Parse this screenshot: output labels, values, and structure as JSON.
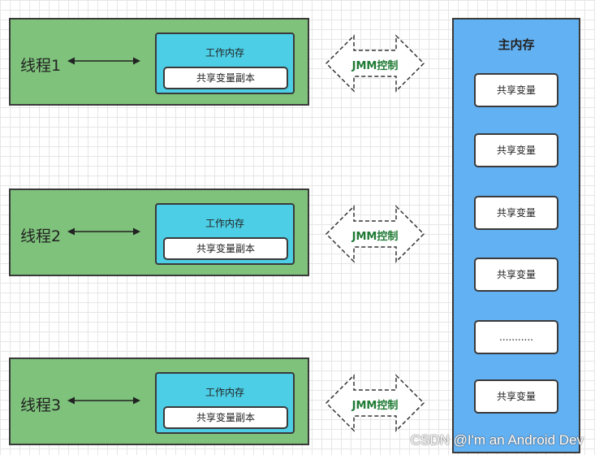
{
  "threads": [
    {
      "label": "线程1",
      "work_memory": "工作内存",
      "copy": "共享变量副本"
    },
    {
      "label": "线程2",
      "work_memory": "工作内存",
      "copy": "共享变量副本"
    },
    {
      "label": "线程3",
      "work_memory": "工作内存",
      "copy": "共享变量副本"
    }
  ],
  "jmm_label": "JMM控制",
  "main_memory": {
    "title": "主内存",
    "items": [
      "共享变量",
      "共享变量",
      "共享变量",
      "共享变量",
      "...........",
      "共享变量"
    ]
  },
  "watermark": "CSDN @I'm an Android Dev",
  "colors": {
    "thread_fill": "#7ec27b",
    "work_memory_fill": "#4ccfe6",
    "main_memory_fill": "#62b1f3",
    "jmm_text": "#1f7a34"
  }
}
